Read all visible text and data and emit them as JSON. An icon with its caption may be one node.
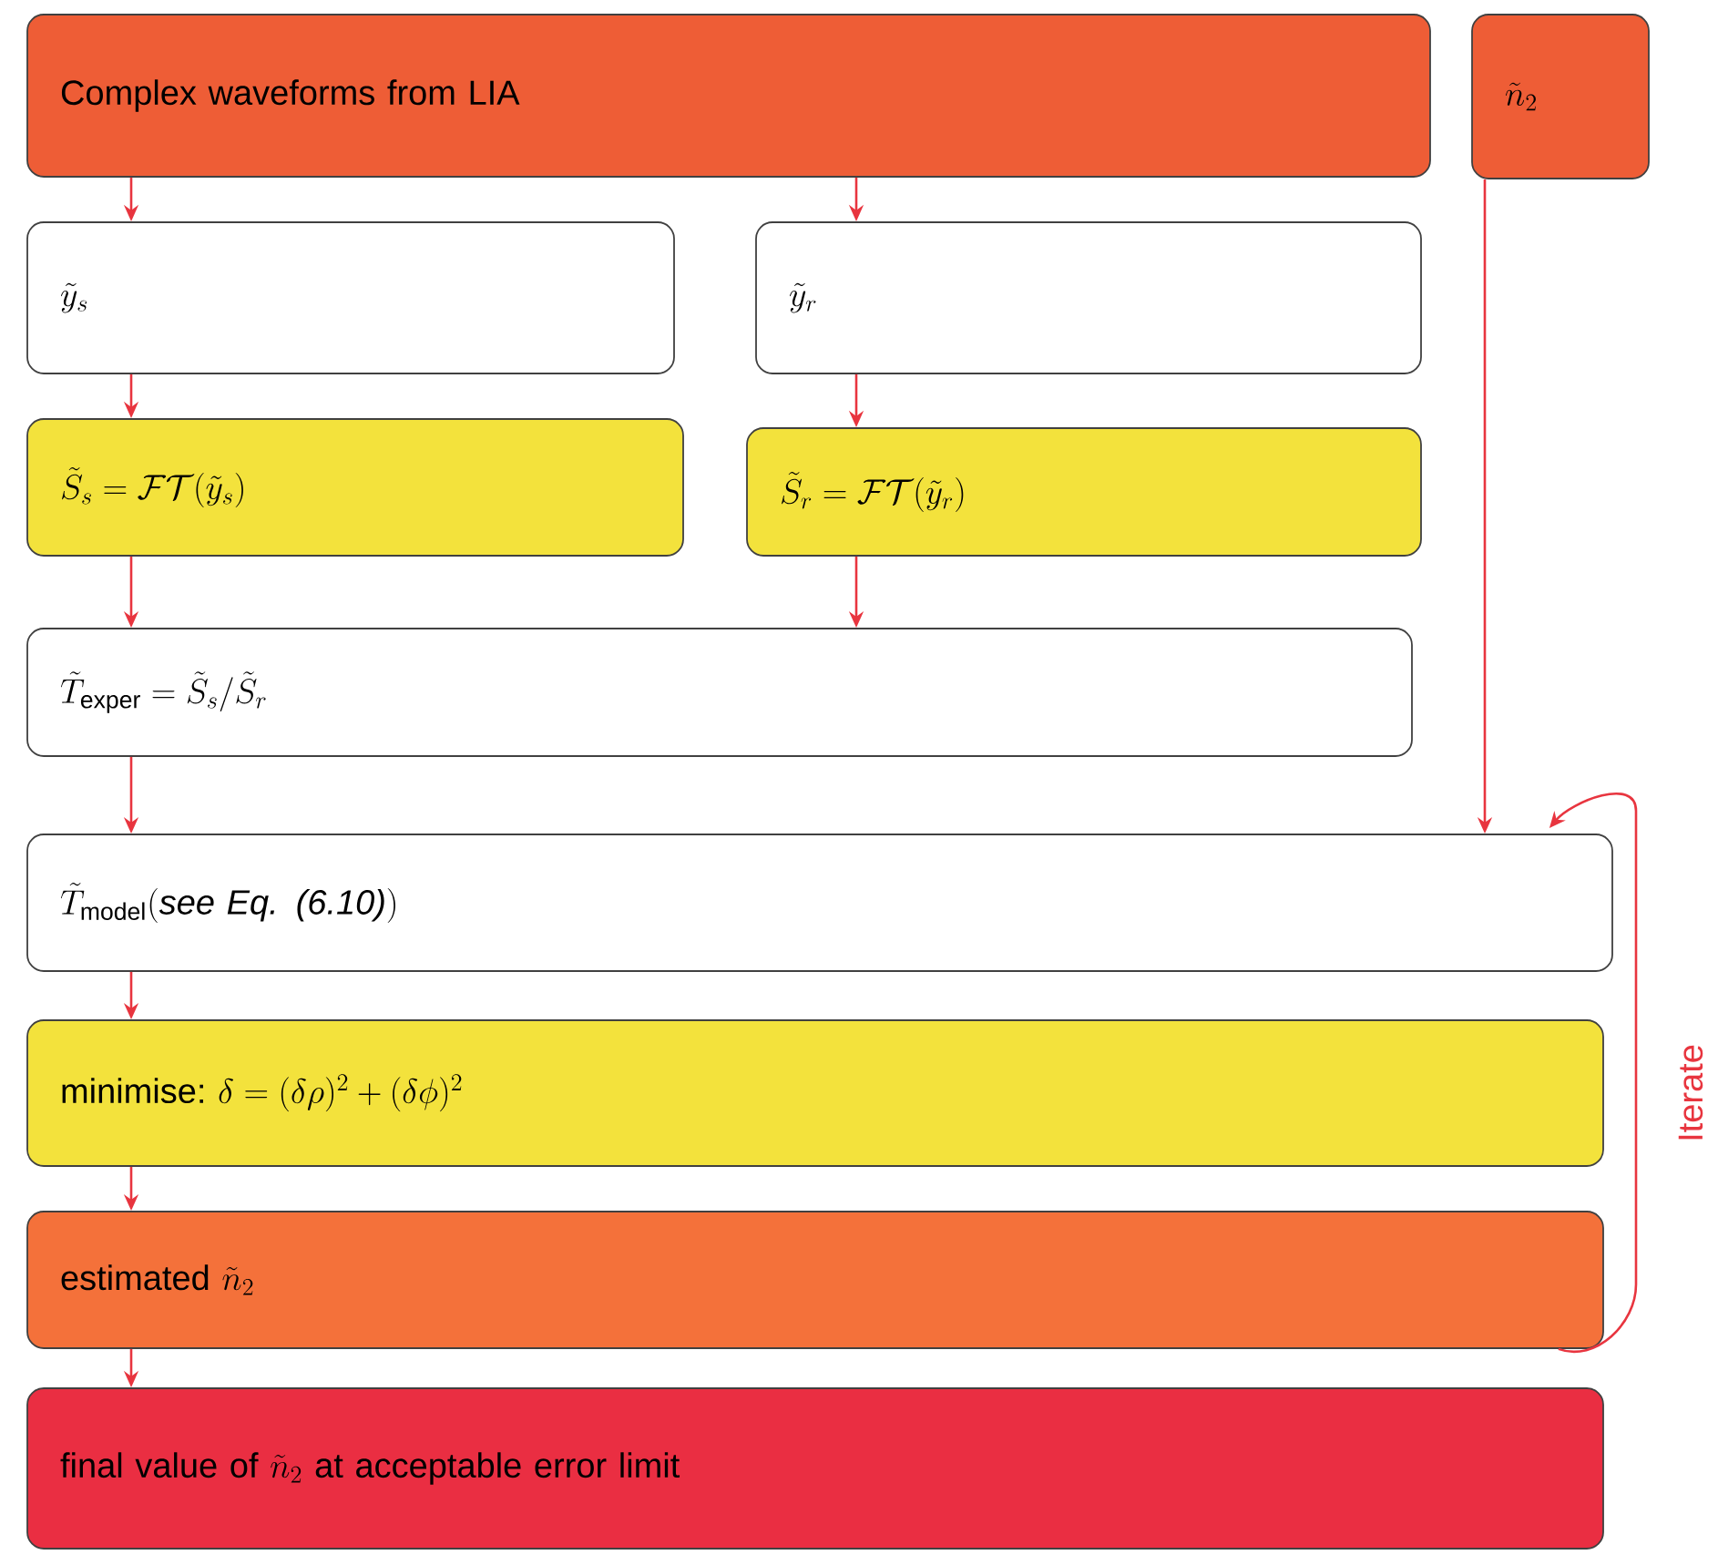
{
  "diagram": {
    "nodes": [
      {
        "text": [
          "Complex waveforms from LIA"
        ]
      },
      {
        "text": [
          "\\tilde{n}_2"
        ]
      },
      {
        "text": [
          "\\tilde{y}_s"
        ]
      },
      {
        "text": [
          "\\tilde{y}_r"
        ]
      },
      {
        "text": [
          "\\tilde{S}_s = \\mathcal{FT}(\\tilde{y}_s)"
        ]
      },
      {
        "text": [
          "\\tilde{S}_r = \\mathcal{FT}(\\tilde{y}_r)"
        ]
      },
      {
        "text": [
          "\\tilde{T}_{\\mathrm{exper}} = \\tilde{S}_s / \\tilde{S}_r"
        ]
      },
      {
        "text": [
          "\\tilde{T}_{\\mathrm{model}}(\\textit{see Eq. (6.10)})"
        ]
      },
      {
        "text": [
          "\\mbox{minimise:}\\ \\delta = (\\delta\\rho)^2 + (\\delta\\phi)^2"
        ]
      },
      {
        "text": [
          "\\mbox{estimated }\\tilde{n}_2"
        ]
      },
      {
        "text": [
          "\\mbox{final value of }\\tilde{n}_2\\mbox{ at acceptable error limit}"
        ]
      }
    ],
    "edges": [
      {
        "from": 0,
        "to": 2,
        "arrow": "to"
      },
      {
        "from": 0,
        "to": 3,
        "arrow": "to"
      },
      {
        "from": 2,
        "to": 4,
        "arrow": "to"
      },
      {
        "from": 3,
        "to": 5,
        "arrow": "to"
      },
      {
        "from": 4,
        "to": 6,
        "arrow": "to"
      },
      {
        "from": 5,
        "to": 6,
        "arrow": "to"
      },
      {
        "from": 6,
        "to": 7,
        "arrow": "to"
      },
      {
        "from": 1,
        "to": 7,
        "arrow": "to"
      },
      {
        "from": 7,
        "to": 8,
        "arrow": "to"
      },
      {
        "from": 8,
        "to": 9,
        "arrow": "to"
      },
      {
        "from": 9,
        "to": 10,
        "arrow": "to"
      },
      {
        "from": 9,
        "to": 7,
        "arrow": "to",
        "label": "Iterate"
      }
    ]
  }
}
